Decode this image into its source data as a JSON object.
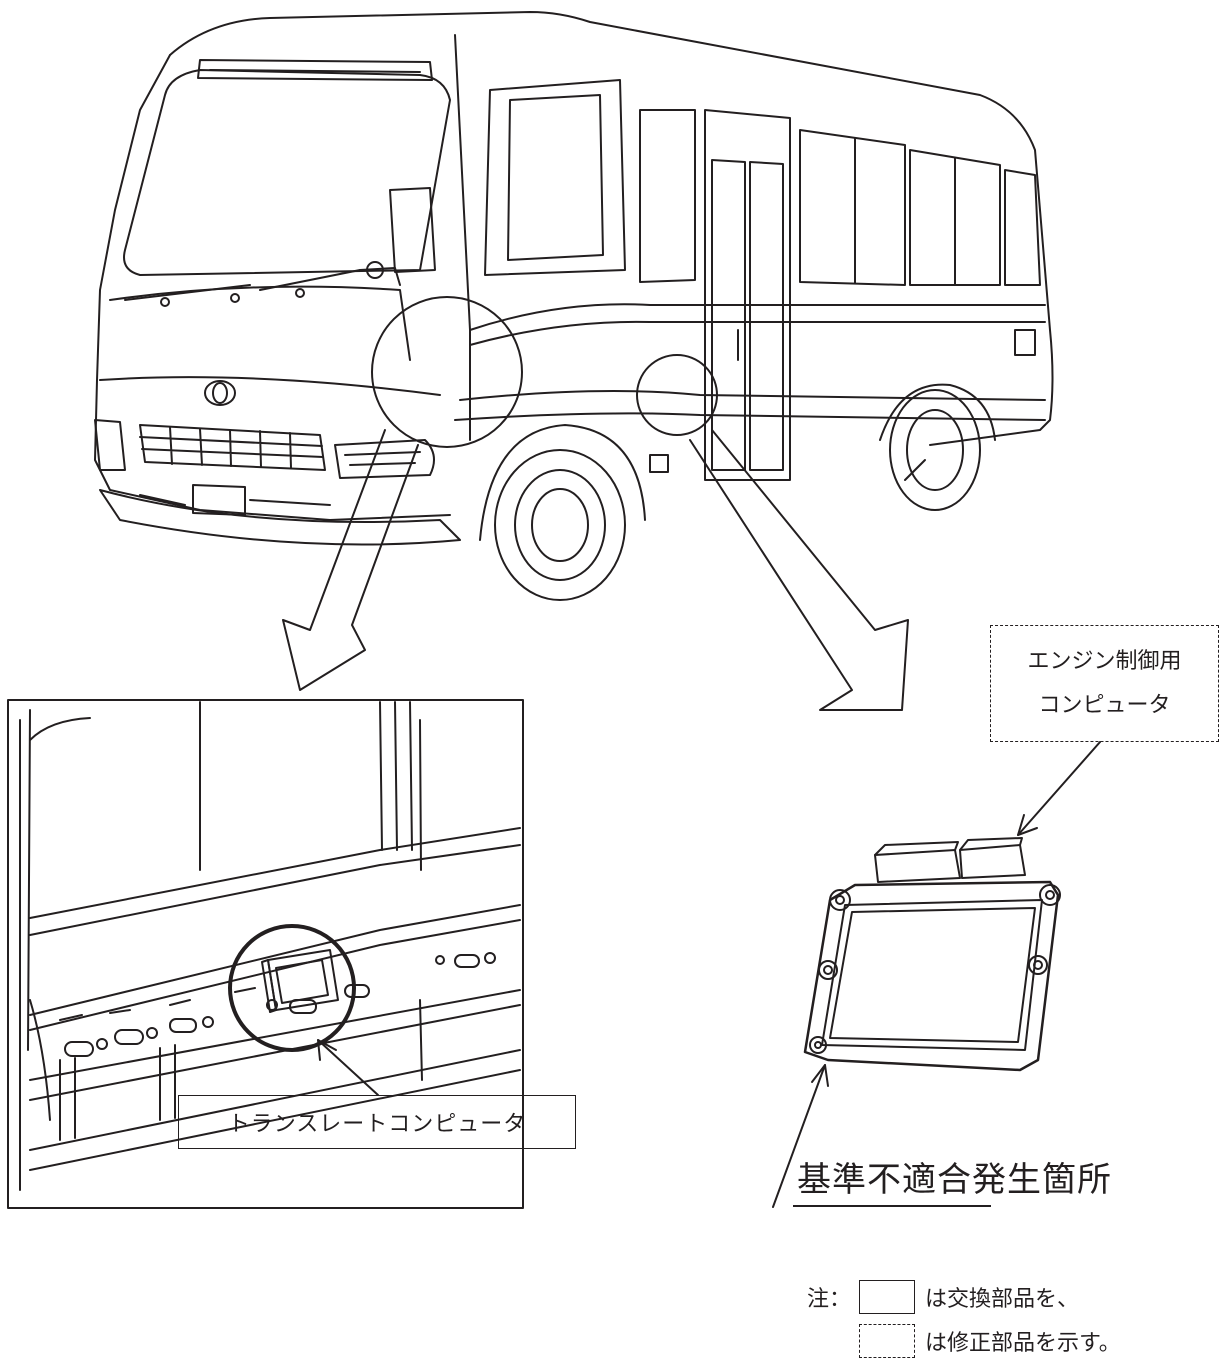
{
  "labels": {
    "translate_computer": "トランスレートコンピュータ",
    "engine_computer_line1": "エンジン制御用",
    "engine_computer_line2": "コンピュータ",
    "nonconformity_location": "基準不適合発生箇所"
  },
  "legend": {
    "prefix": "注：",
    "solid_text": "は交換部品を、",
    "dashed_text": "は修正部品を示す。"
  },
  "colors": {
    "line": "#231f20",
    "background": "#ffffff"
  },
  "icons": {
    "vehicle": "microbus-line-drawing",
    "ecu": "engine-ecu-line-drawing",
    "detail": "translate-computer-detail-drawing"
  }
}
